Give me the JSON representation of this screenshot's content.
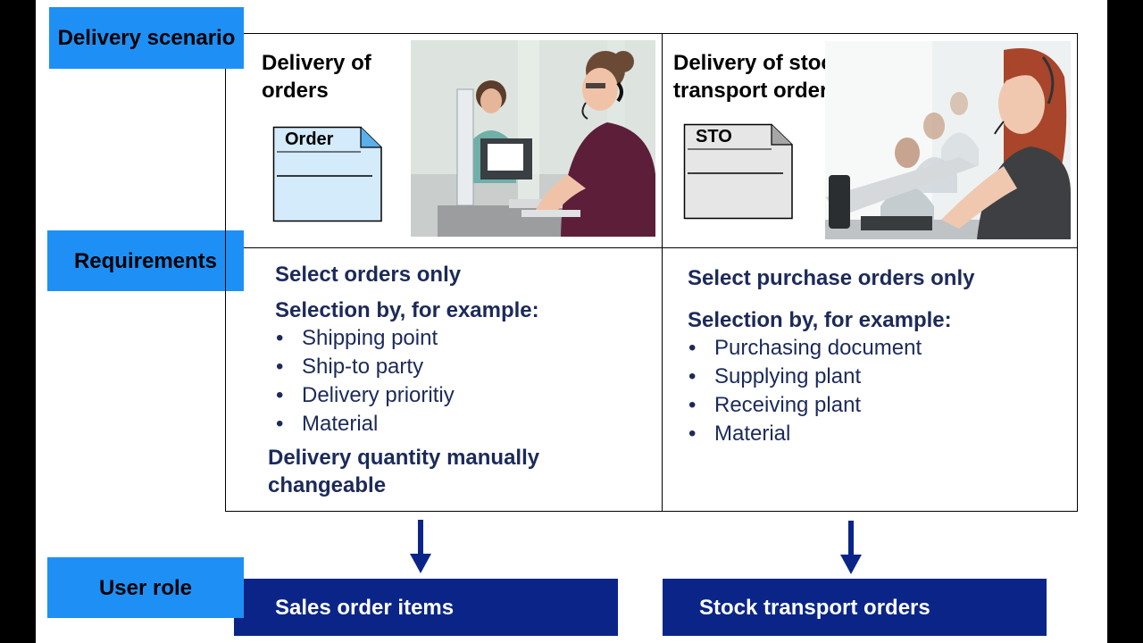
{
  "labels": {
    "delivery_scenario": "Delivery scenario",
    "requirements": "Requirements",
    "user_role": "User role"
  },
  "left": {
    "heading": "Delivery of orders",
    "doc_label": "Order",
    "requirements": {
      "line1": "Select orders only",
      "line2": "Selection by, for example:",
      "items": [
        "Shipping point",
        "Ship-to party",
        "Delivery prioritiy",
        "Material"
      ],
      "line3": "Delivery quantity manually changeable"
    },
    "role": "Sales order items"
  },
  "right": {
    "heading": "Delivery of stock transport orders",
    "doc_label": "STO",
    "requirements": {
      "line1": "Select purchase orders only",
      "line2": "Selection by, for example:",
      "items": [
        "Purchasing document",
        "Supplying plant",
        "Receiving plant",
        "Material"
      ]
    },
    "role": "Stock transport orders"
  },
  "colors": {
    "label_blue": "#1e90f5",
    "role_navy": "#0a2587",
    "text_navy": "#1c2a5a",
    "doc_light_blue": "#d4ebfb",
    "doc_gray": "#e6e6e6"
  }
}
